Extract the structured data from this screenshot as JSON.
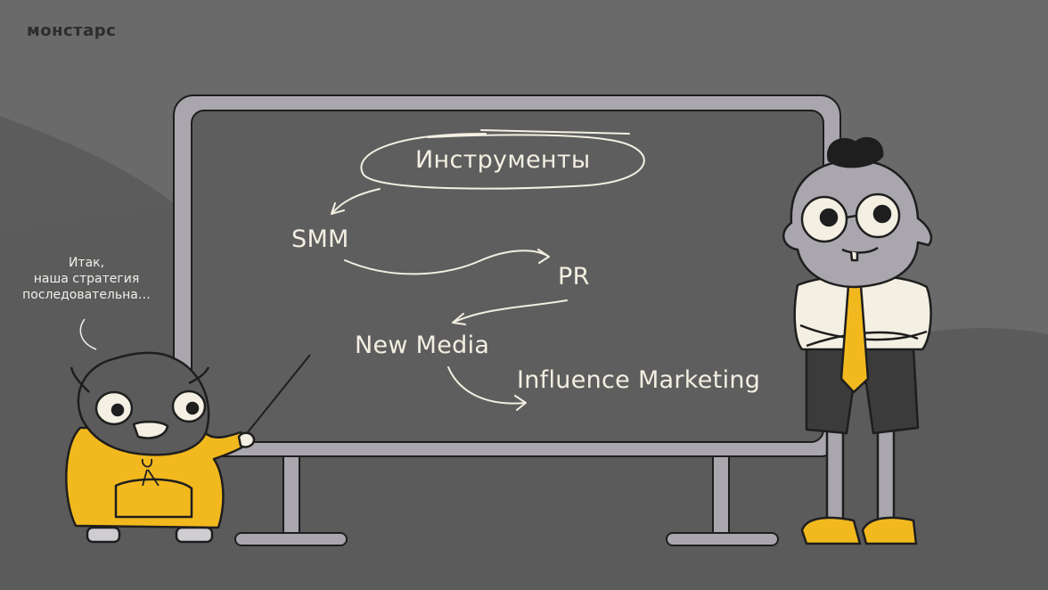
{
  "brand": {
    "logo_text": "монстарс"
  },
  "board": {
    "title": "Инструменты",
    "items": [
      "SMM",
      "PR",
      "New Media",
      "Influence Marketing"
    ]
  },
  "speech_bubble": {
    "lines": [
      "Итак,",
      "наша стратегия",
      "последовательна…"
    ]
  },
  "colors": {
    "background": "#5b5b5b",
    "background_light": "#6a6a6a",
    "board_frame": "#a9a6ae",
    "board_surface": "#5e5e5e",
    "chalk": "#f3efe2",
    "yellow": "#f2b91e",
    "outline": "#1e1e1e"
  },
  "icons": [
    "pointer-stick-icon",
    "arrow-icon"
  ]
}
